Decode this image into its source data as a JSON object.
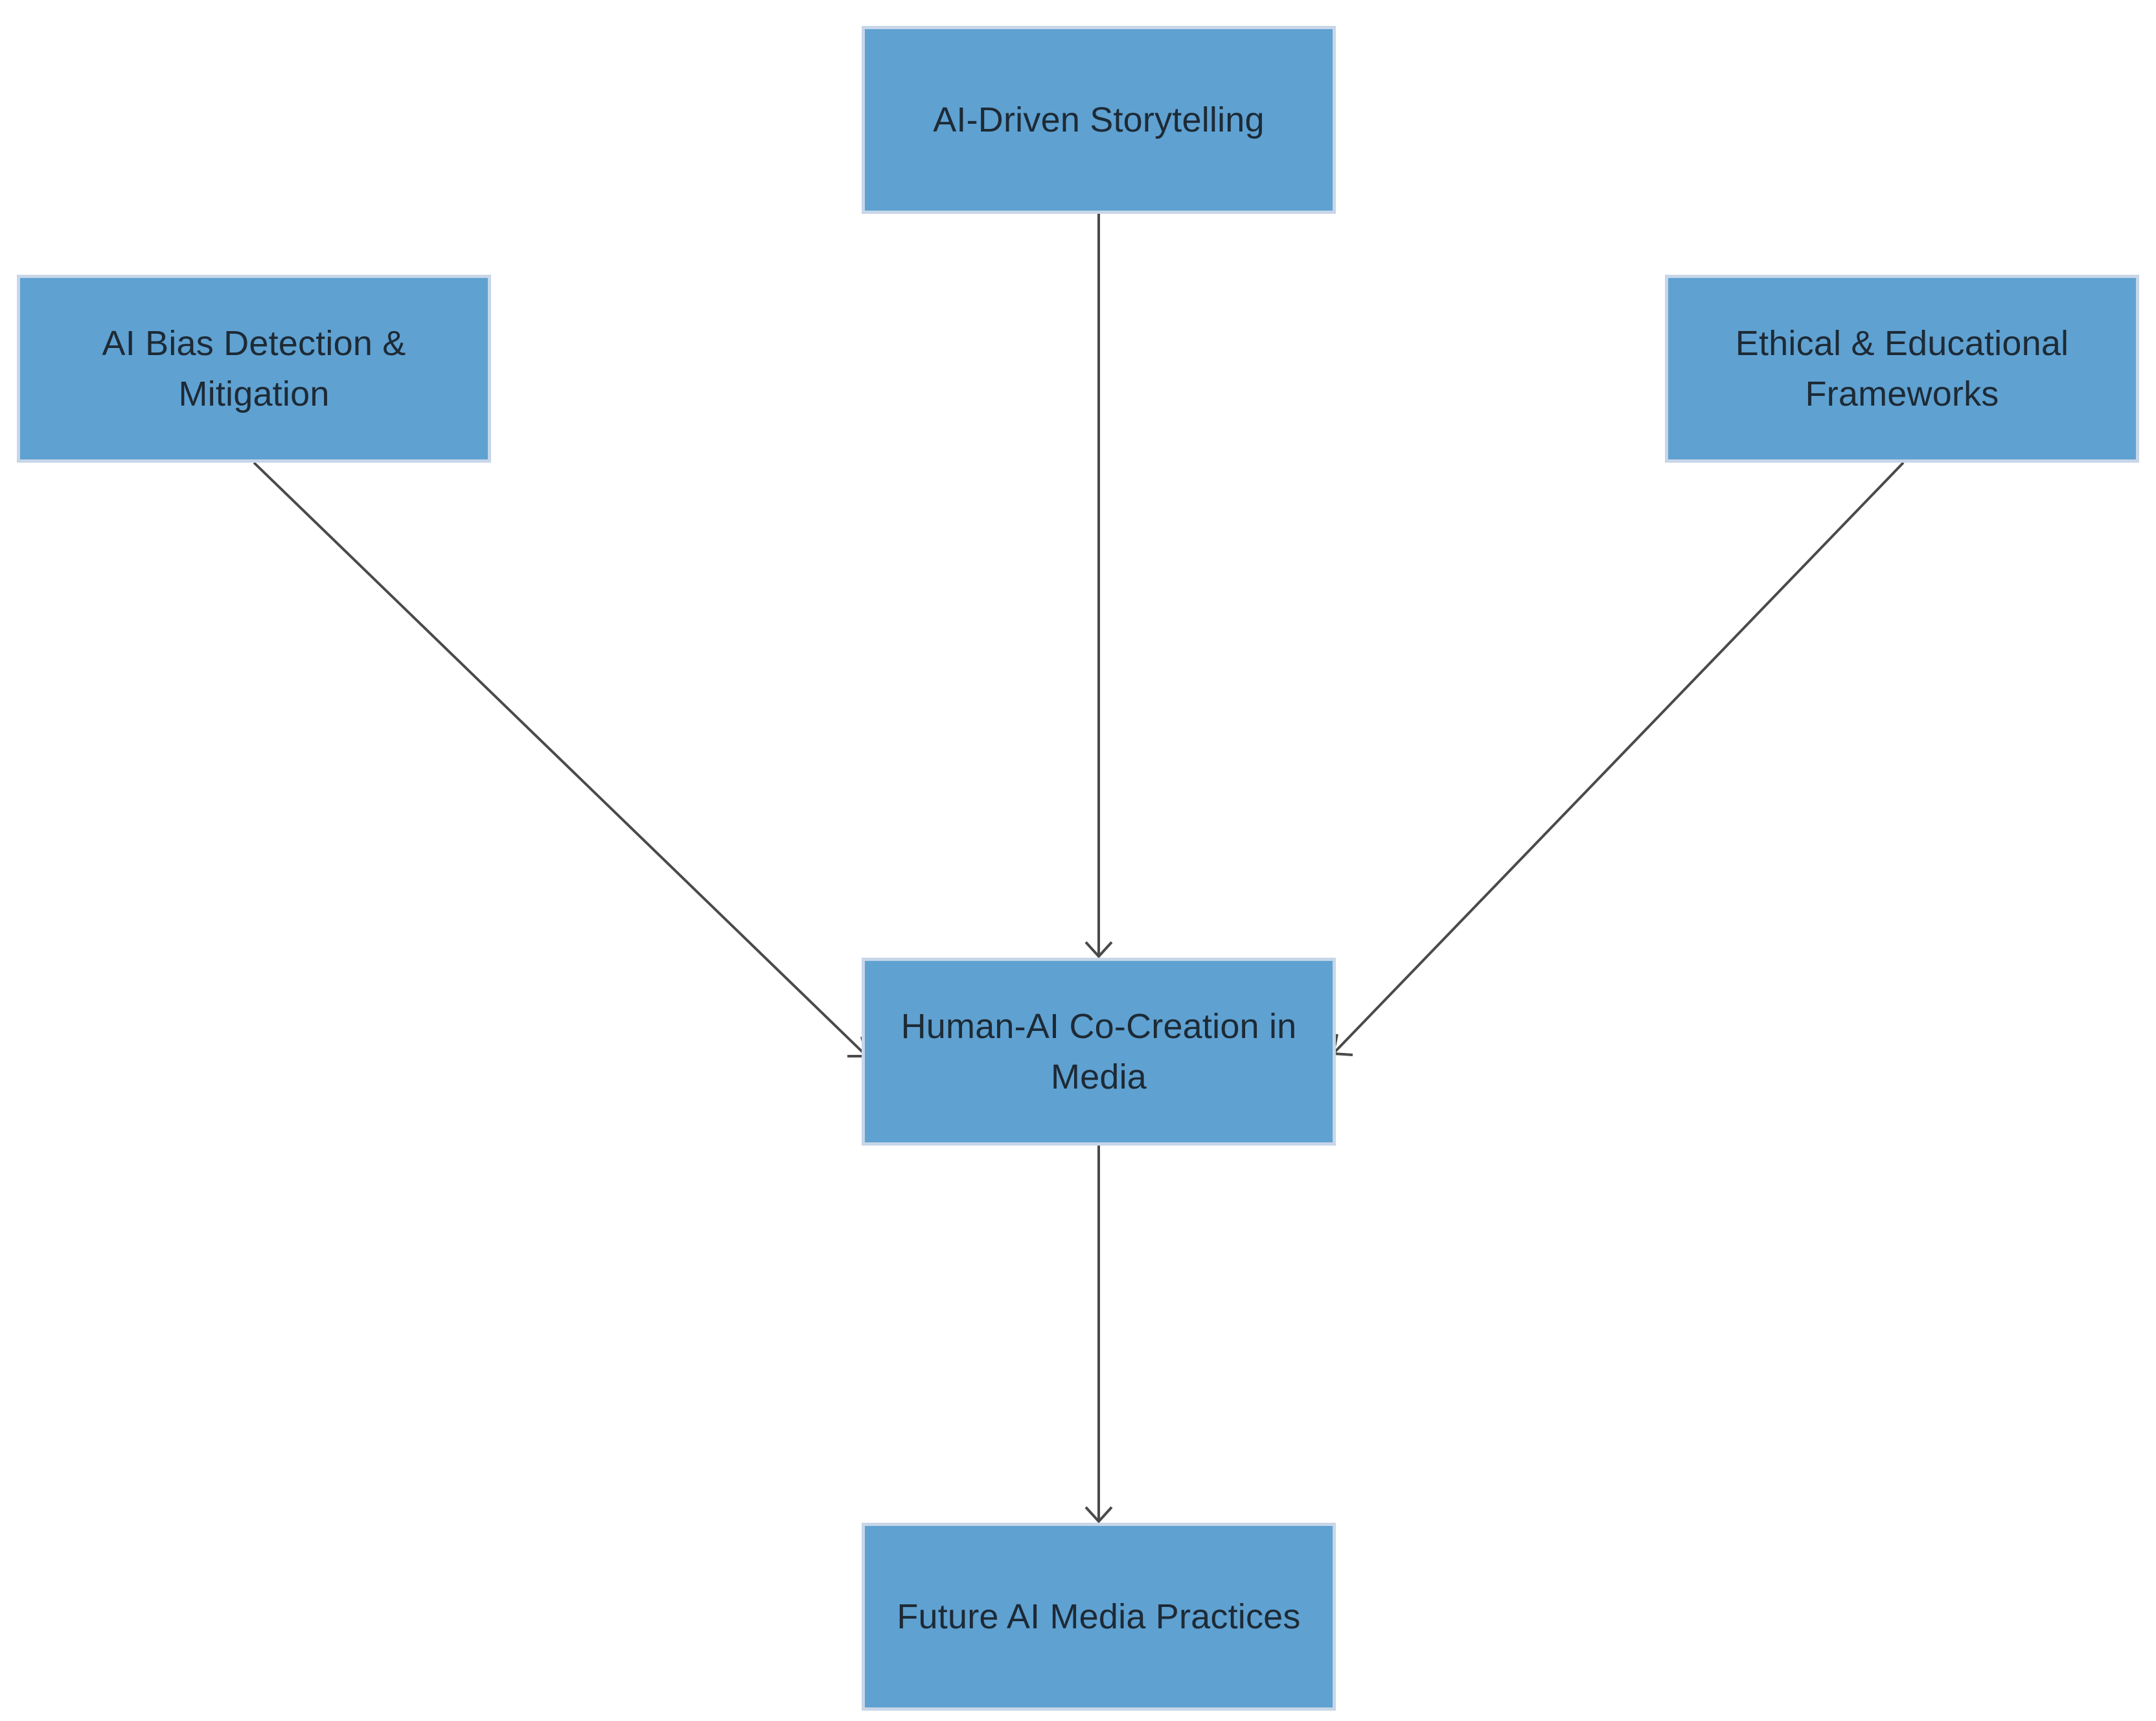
{
  "diagram": {
    "nodes": [
      {
        "id": "storytelling",
        "label": "AI-Driven Storytelling"
      },
      {
        "id": "bias",
        "label": "AI Bias Detection & Mitigation"
      },
      {
        "id": "ethics",
        "label": "Ethical & Educational Frameworks"
      },
      {
        "id": "cocreation",
        "label": "Human-AI Co-Creation in Media"
      },
      {
        "id": "future",
        "label": "Future AI Media Practices"
      }
    ],
    "edges": [
      {
        "from": "storytelling",
        "to": "cocreation"
      },
      {
        "from": "bias",
        "to": "cocreation"
      },
      {
        "from": "ethics",
        "to": "cocreation"
      },
      {
        "from": "cocreation",
        "to": "future"
      }
    ],
    "colors": {
      "node_fill": "#5fa1d1",
      "node_border": "#c7d6e8",
      "edge": "#4a4a4a",
      "text": "#1d2a35"
    }
  }
}
